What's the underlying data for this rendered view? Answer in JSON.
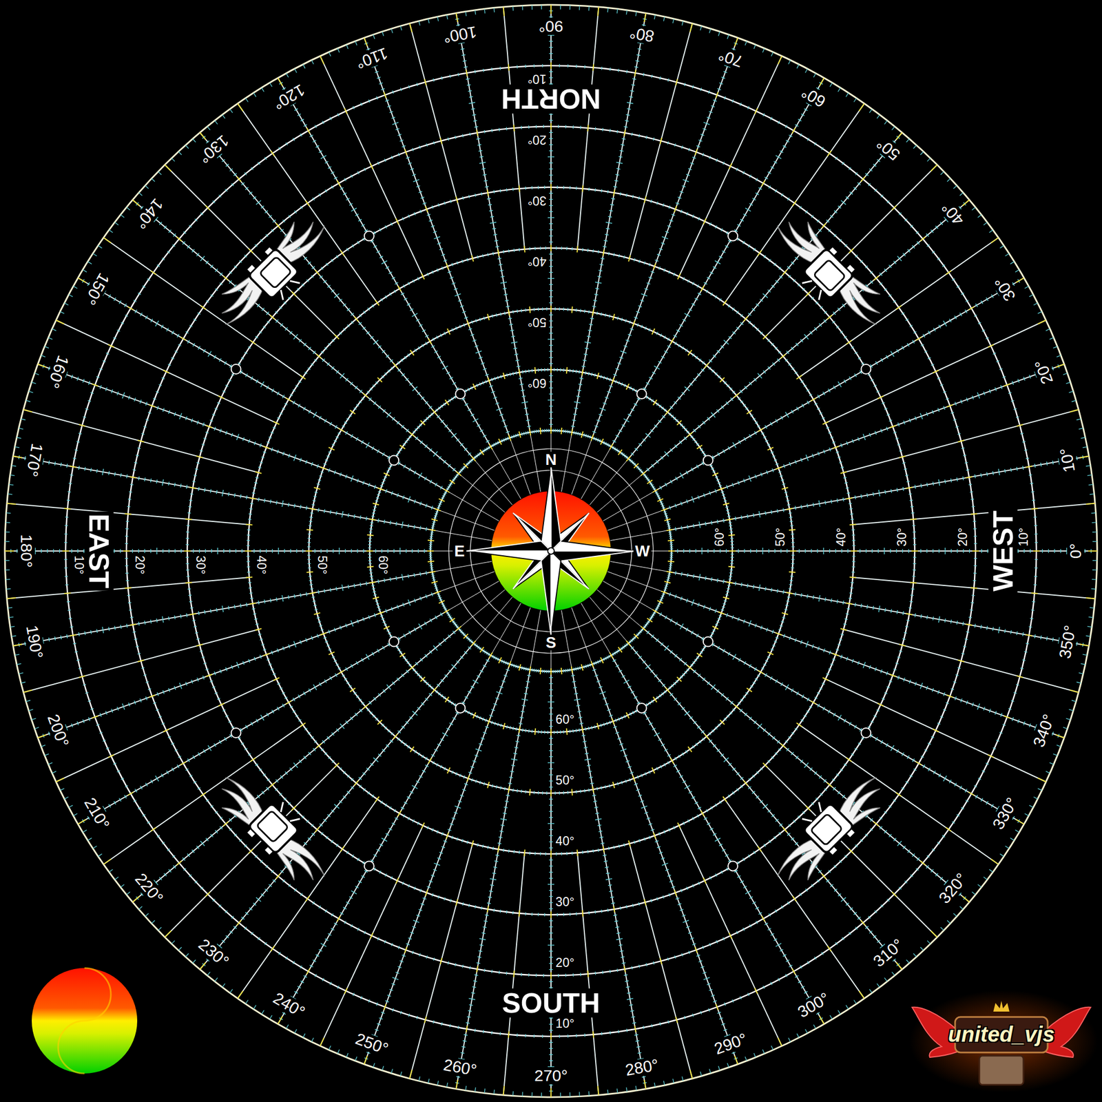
{
  "diagram": {
    "labels": [
      "0°",
      "10°",
      "20°",
      "30°",
      "40°",
      "50°",
      "60°",
      "70°",
      "80°",
      "90°",
      "100°",
      "110°",
      "120°",
      "130°",
      "140°",
      "150°",
      "160°",
      "170°",
      "180°",
      "190°",
      "200°",
      "210°",
      "220°",
      "230°",
      "240°",
      "250°",
      "260°",
      "270°",
      "280°",
      "290°",
      "300°",
      "310°",
      "320°",
      "330°",
      "340°",
      "350°",
      "NORTH",
      "SOUTH",
      "EAST",
      "WEST",
      "10°",
      "20°",
      "30°",
      "40°",
      "50°",
      "60°",
      "10°",
      "20°",
      "30°",
      "40°",
      "50°",
      "60°",
      "10°",
      "20°",
      "30°",
      "40°",
      "50°",
      "60°",
      "10°",
      "20°",
      "30°",
      "40°",
      "50°",
      "60°",
      "N",
      "E",
      "S",
      "W",
      "united_vjs"
    ]
  }
}
